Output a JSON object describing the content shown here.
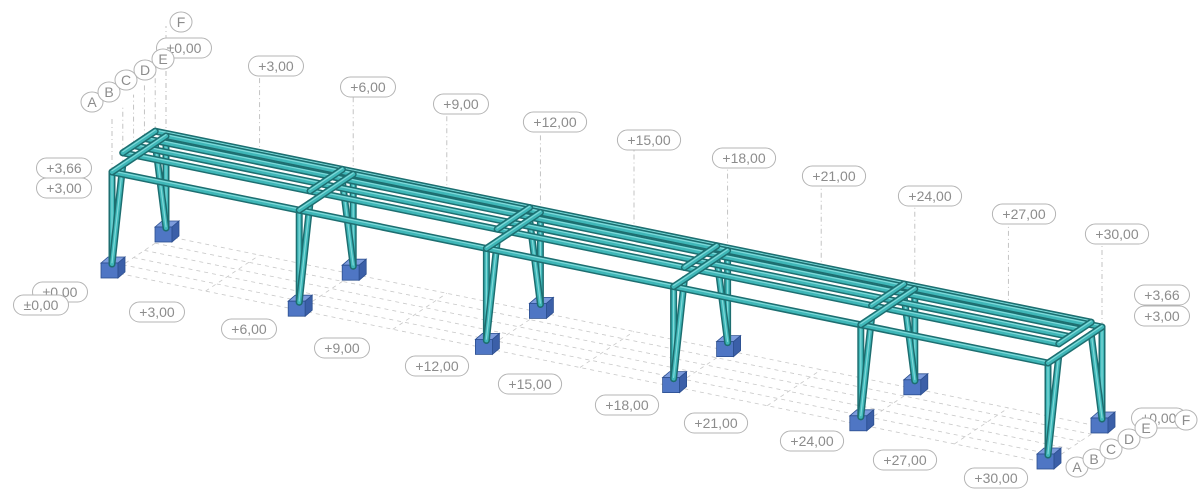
{
  "axis_letters": [
    "A",
    "B",
    "C",
    "D",
    "E",
    "F"
  ],
  "elevations": {
    "ground": "±0,00",
    "beam": "+3,00",
    "top": "+3,66"
  },
  "stations": [
    "+3,00",
    "+6,00",
    "+9,00",
    "+12,00",
    "+15,00",
    "+18,00",
    "+21,00",
    "+24,00",
    "+27,00",
    "+30,00"
  ],
  "colors": {
    "steel": "#3fb7b8",
    "steel_edge": "#1d6e70",
    "footing": "#4f76c4",
    "footing_edge": "#2c4f8f",
    "label": "#8c8c8c"
  }
}
